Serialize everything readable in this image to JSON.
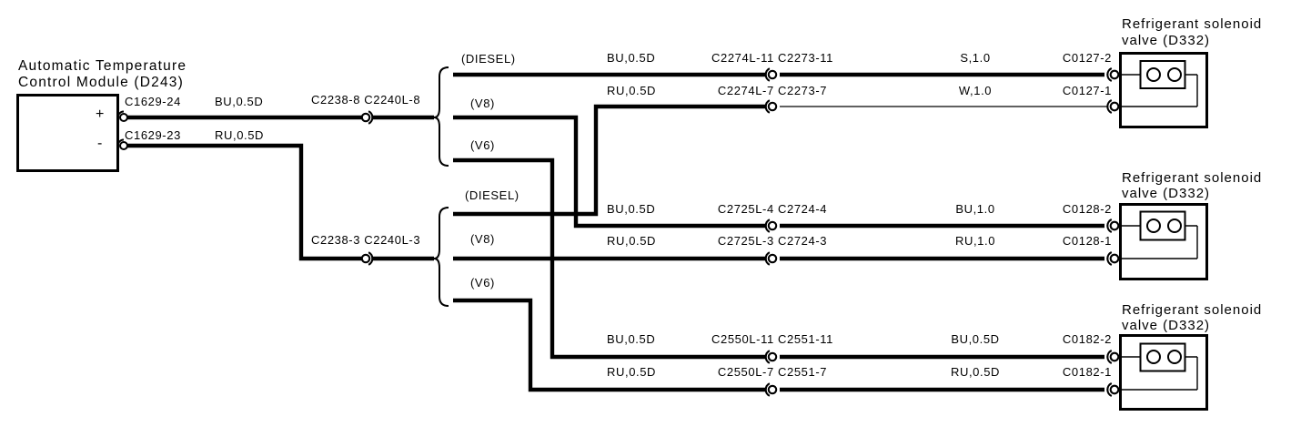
{
  "module": {
    "title_line1": "Automatic Temperature",
    "title_line2": "Control Module (D243)",
    "terminal_plus": "+",
    "terminal_minus": "-",
    "pin_top": {
      "connector": "C1629-24",
      "wire": "BU,0.5D"
    },
    "pin_bottom": {
      "connector": "C1629-23",
      "wire": "RU,0.5D"
    }
  },
  "splitters": [
    {
      "label": "C2238-8 C2240L-8",
      "branch_diesel": "(DIESEL)",
      "branch_v8": "(V8)",
      "branch_v6": "(V6)"
    },
    {
      "label": "C2238-3 C2240L-3",
      "branch_diesel": "(DIESEL)",
      "branch_v8": "(V8)",
      "branch_v6": "(V6)"
    }
  ],
  "rows": [
    {
      "wire_left": "BU,0.5D",
      "connector": "C2274L-11 C2273-11",
      "wire_right": "S,1.0",
      "pin": "C0127-2"
    },
    {
      "wire_left": "RU,0.5D",
      "connector": "C2274L-7 C2273-7",
      "wire_right": "W,1.0",
      "pin": "C0127-1"
    },
    {
      "wire_left": "BU,0.5D",
      "connector": "C2725L-4 C2724-4",
      "wire_right": "BU,1.0",
      "pin": "C0128-2"
    },
    {
      "wire_left": "RU,0.5D",
      "connector": "C2725L-3 C2724-3",
      "wire_right": "RU,1.0",
      "pin": "C0128-1"
    },
    {
      "wire_left": "BU,0.5D",
      "connector": "C2550L-11 C2551-11",
      "wire_right": "BU,0.5D",
      "pin": "C0182-2"
    },
    {
      "wire_left": "RU,0.5D",
      "connector": "C2550L-7 C2551-7",
      "wire_right": "RU,0.5D",
      "pin": "C0182-1"
    }
  ],
  "valves": [
    {
      "title_line1": "Refrigerant solenoid",
      "title_line2": "valve (D332)"
    },
    {
      "title_line1": "Refrigerant solenoid",
      "title_line2": "valve (D332)"
    },
    {
      "title_line1": "Refrigerant solenoid",
      "title_line2": "valve (D332)"
    }
  ],
  "colors": {
    "ink": "#000000",
    "paper": "#ffffff"
  }
}
